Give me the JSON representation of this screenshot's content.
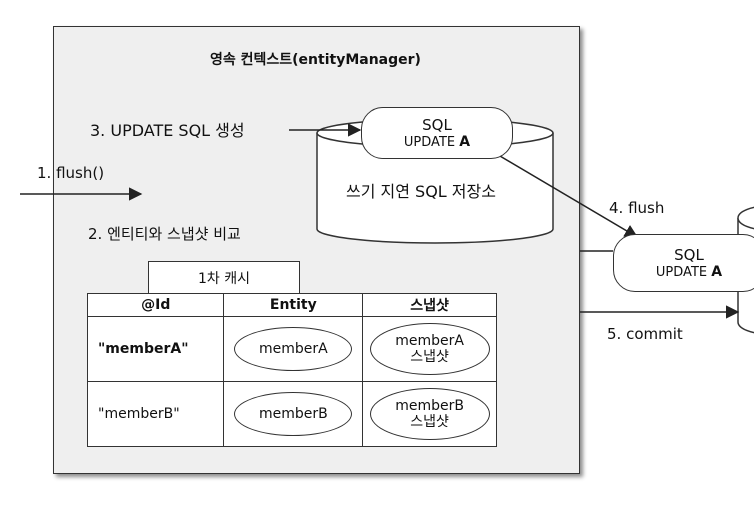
{
  "context": {
    "title": "영속 컨텍스트(entityManager)"
  },
  "steps": {
    "flush_call": "1. flush()",
    "compare": "2. 엔티티와 스냅샷 비교",
    "update_sql": "3. UPDATE SQL 생성",
    "flush_db": "4. flush",
    "commit": "5. commit"
  },
  "sql_store": {
    "label": "쓰기 지연 SQL 저장소",
    "entry": {
      "line1": "SQL",
      "line2_prefix": "UPDATE ",
      "line2_target": "A"
    }
  },
  "db_entry": {
    "line1": "SQL",
    "line2_prefix": "UPDATE ",
    "line2_target": "A"
  },
  "first_level_cache": {
    "label": "1차 캐시",
    "headers": [
      "@Id",
      "Entity",
      "스냅샷"
    ],
    "rows": [
      {
        "id": "\"memberA\"",
        "entity": "memberA",
        "snapshot_name": "memberA",
        "snapshot_suffix": "스냅샷"
      },
      {
        "id": "\"memberB\"",
        "entity": "memberB",
        "snapshot_name": "memberB",
        "snapshot_suffix": "스냅샷"
      }
    ]
  },
  "colors": {
    "panel": "#efefef",
    "stroke": "#333333",
    "text": "#111111"
  }
}
